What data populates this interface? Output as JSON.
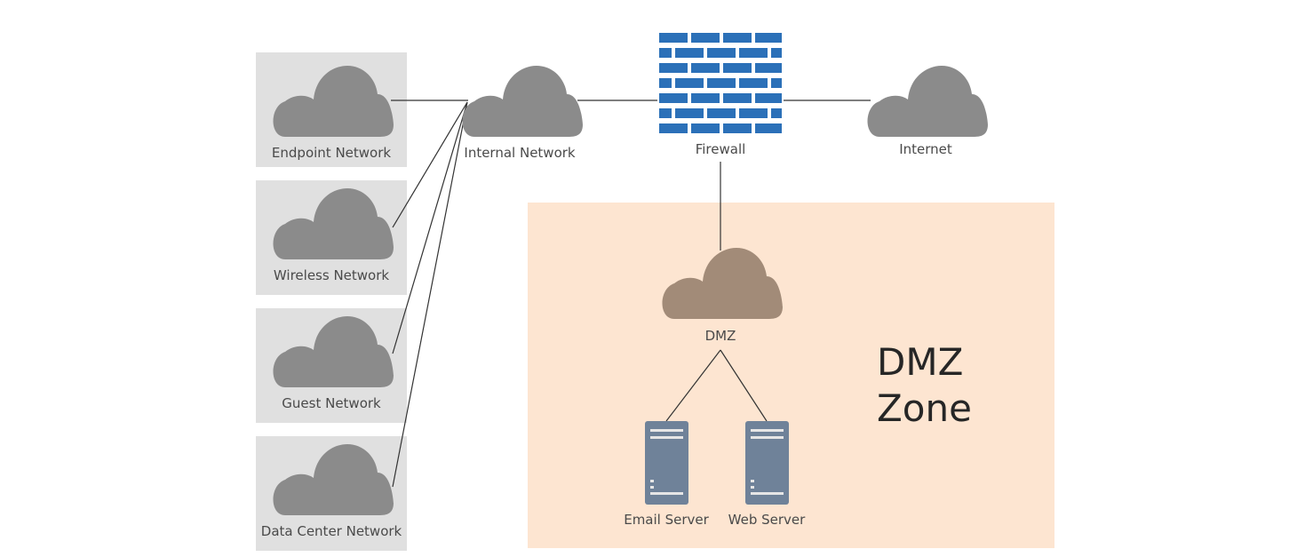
{
  "nodes": {
    "endpoint": "Endpoint Network",
    "wireless": "Wireless Network",
    "guest": "Guest Network",
    "datacenter": "Data Center Network",
    "internal": "Internal Network",
    "firewall": "Firewall",
    "internet": "Internet",
    "dmz": "DMZ",
    "email_server": "Email Server",
    "web_server": "Web Server"
  },
  "zone": {
    "line1": "DMZ",
    "line2": "Zone"
  },
  "colors": {
    "cloud": "#8b8b8b",
    "dmz_cloud": "#a28b78",
    "firewall": "#2b70b8",
    "server": "#6f8299",
    "zone_bg": "#fde5d1",
    "panel_bg": "#e0e0e0"
  }
}
